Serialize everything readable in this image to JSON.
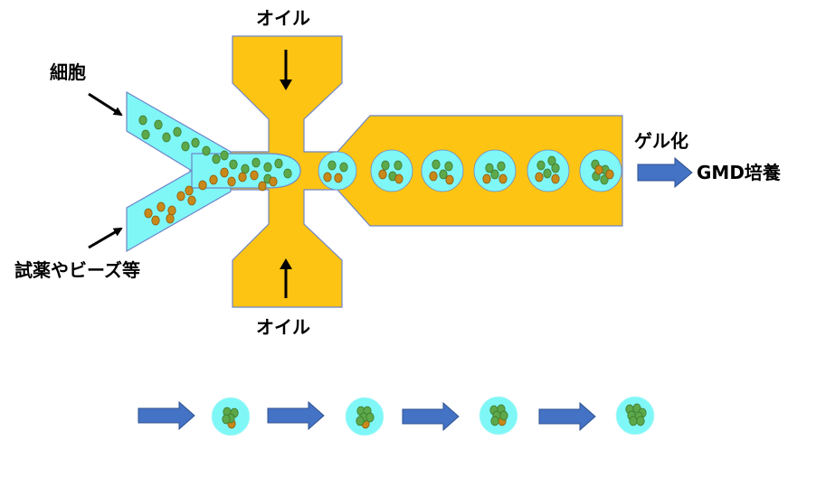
{
  "labels": {
    "oil_top": "オイル",
    "oil_bottom": "オイル",
    "cells": "細胞",
    "reagents": "試薬やビーズ等",
    "gelation": "ゲル化",
    "culture": "GMD培養"
  },
  "colors": {
    "channel": "#FDC413",
    "channel_edge": "#6E84C8",
    "aqueous": "#7FF7F7",
    "cell": "#5DA84A",
    "cell_edge": "#3C7A2C",
    "bead": "#C8891A",
    "bead_edge": "#8A5A0C",
    "arrow_block": "#4472C4",
    "arrow_block_edge": "#2F528F",
    "pointer": "#000000"
  },
  "icons": [
    "down-arrow-icon",
    "up-arrow-icon",
    "pointer-arrow-icon",
    "block-arrow-icon"
  ]
}
